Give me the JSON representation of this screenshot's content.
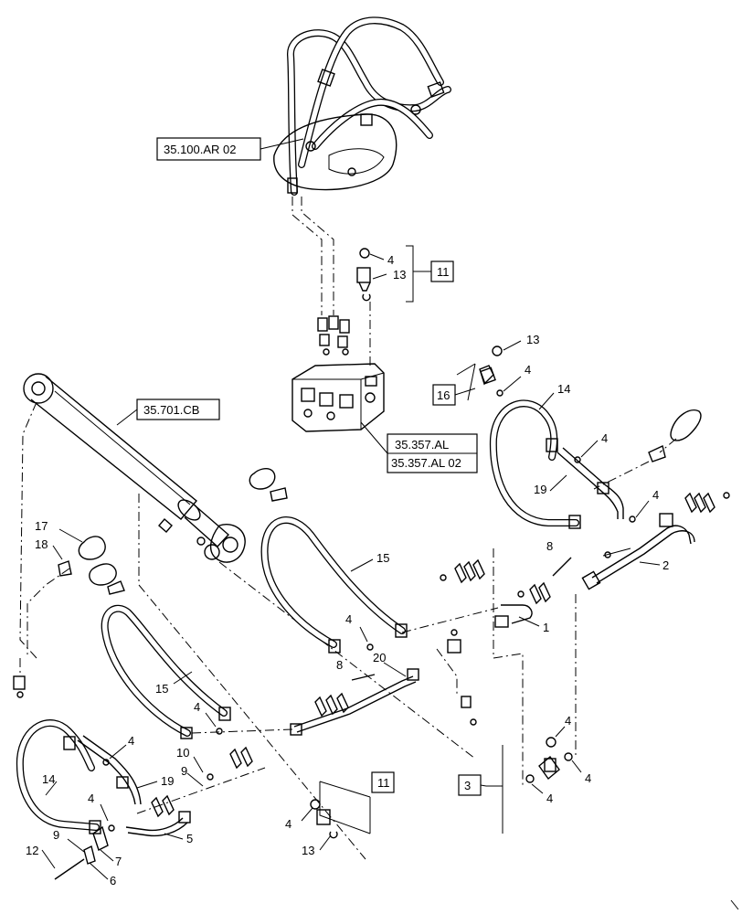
{
  "references": {
    "hose_assembly": "35.100.AR 02",
    "cylinder": "35.701.CB",
    "valve_1": "35.357.AL",
    "valve_2": "35.357.AL 02"
  },
  "groups": {
    "g11_top": "11",
    "g16": "16",
    "g11_bottom": "11",
    "g3": "3"
  },
  "callouts": {
    "c4_top": "4",
    "c13_top": "13",
    "c13_right": "13",
    "c4_right_a": "4",
    "c14_right": "14",
    "c4_right_b": "4",
    "c19_right": "19",
    "c4_right_c": "4",
    "c2": "2",
    "c8_right": "8",
    "c1": "1",
    "c15_mid": "15",
    "c4_mid": "4",
    "c8_mid": "8",
    "c20": "20",
    "c17": "17",
    "c18": "18",
    "c15_left": "15",
    "c4_left_a": "4",
    "c4_left_b": "4",
    "c10": "10",
    "c9_mid": "9",
    "c14_left": "14",
    "c19_left": "19",
    "c4_left_c": "4",
    "c5": "5",
    "c7": "7",
    "c6": "6",
    "c9_left": "9",
    "c12": "12",
    "c4_bottom": "4",
    "c13_bottom": "13",
    "c4_g3_top": "4",
    "c4_g3_right": "4",
    "c4_g3_left": "4"
  }
}
